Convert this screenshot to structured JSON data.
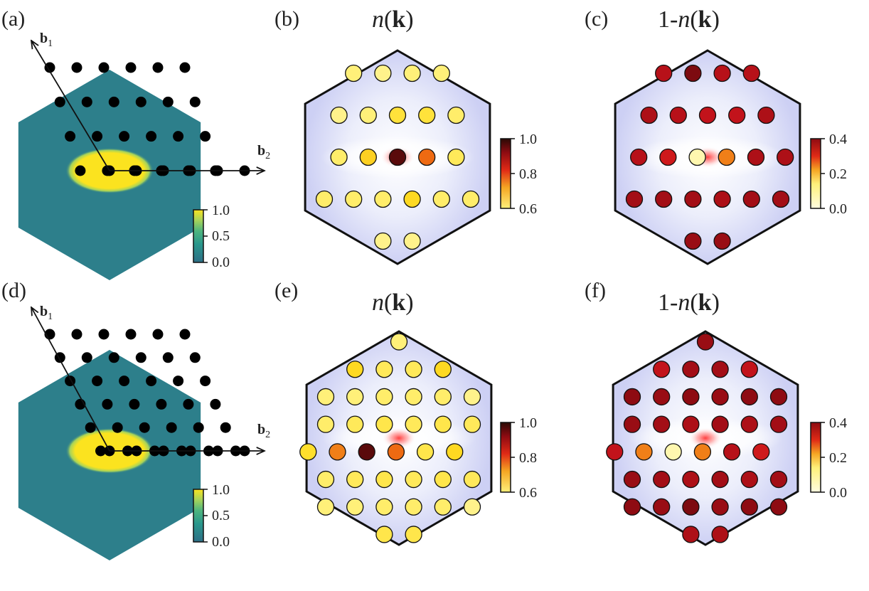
{
  "colors": {
    "teal": "#2d7f8b",
    "yellow": "#fbe31f",
    "hexfill": "#cfd2f5",
    "hexcenter": "#ffffff",
    "outline": "#111111",
    "dot": "#000000"
  },
  "hot_colormap": [
    "#fffde0",
    "#fff07a",
    "#ffdd22",
    "#f5a623",
    "#ee6a12",
    "#e02a16",
    "#c8141c",
    "#8e0b12",
    "#2a0a04"
  ],
  "viridis_colormap": [
    "#2d6f86",
    "#2d7f8b",
    "#2a978c",
    "#4fb57e",
    "#a6d35a",
    "#fbe31f"
  ],
  "panels": [
    {
      "label": "(a)",
      "title": "",
      "vector1": "b",
      "vector1_sub": "1",
      "vector2": "b",
      "vector2_sub": "2"
    },
    {
      "label": "(b)",
      "title_main": "n",
      "title_bold": "k"
    },
    {
      "label": "(c)",
      "title_prefix": "1-",
      "title_main": "n",
      "title_bold": "k"
    },
    {
      "label": "(d)",
      "title": "",
      "vector1": "b",
      "vector1_sub": "1",
      "vector2": "b",
      "vector2_sub": "2"
    },
    {
      "label": "(e)",
      "title_main": "n",
      "title_bold": "k"
    },
    {
      "label": "(f)",
      "title_prefix": "1-",
      "title_main": "n",
      "title_bold": "k"
    }
  ],
  "chart_data": [
    {
      "type": "heatmap",
      "panel": "(a)",
      "colorbar": {
        "ticks": [
          "1.0",
          "0.5",
          "0.0"
        ],
        "range": [
          0.0,
          1.0
        ]
      },
      "lattice_rows": [
        [
          0,
          1,
          2,
          3,
          4,
          5
        ],
        [
          0,
          1,
          2,
          3,
          4,
          5
        ],
        [
          0,
          1,
          2,
          3,
          4,
          5
        ],
        [
          0,
          1,
          2,
          3,
          4,
          5
        ]
      ]
    },
    {
      "type": "scatter",
      "panel": "(b)",
      "quantity": "n(k)",
      "colorbar": {
        "ticks": [
          "1.0",
          "0.8",
          "0.6"
        ],
        "range": [
          0.6,
          1.0
        ]
      },
      "rows": [
        [
          0.63,
          0.62,
          0.63,
          0.63
        ],
        [
          0.62,
          0.63,
          0.67,
          0.67,
          0.64
        ],
        [
          0.64,
          0.7,
          1.0,
          0.8,
          0.65
        ],
        [
          0.64,
          0.64,
          0.64,
          0.69,
          0.64,
          0.64
        ],
        [
          0.62,
          0.62
        ]
      ]
    },
    {
      "type": "scatter",
      "panel": "(c)",
      "quantity": "1-n(k)",
      "colorbar": {
        "ticks": [
          "0.4",
          "0.2",
          "0.0"
        ],
        "range": [
          0.0,
          0.4
        ]
      },
      "rows": [
        [
          0.33,
          0.38,
          0.33,
          0.33
        ],
        [
          0.34,
          0.33,
          0.32,
          0.32,
          0.34
        ],
        [
          0.33,
          0.3,
          0.0,
          0.18,
          0.34,
          0.34
        ],
        [
          0.35,
          0.35,
          0.35,
          0.34,
          0.35,
          0.35
        ],
        [
          0.36,
          0.36
        ]
      ]
    },
    {
      "type": "heatmap",
      "panel": "(d)",
      "colorbar": {
        "ticks": [
          "1.0",
          "0.5",
          "0.0"
        ],
        "range": [
          0.0,
          1.0
        ]
      },
      "lattice_rows": [
        [
          0,
          1,
          2,
          3,
          4,
          5
        ],
        [
          0,
          1,
          2,
          3,
          4,
          5
        ],
        [
          0,
          1,
          2,
          3,
          4,
          5
        ],
        [
          0,
          1,
          2,
          3,
          4,
          5
        ],
        [
          0,
          1,
          2,
          3,
          4,
          5
        ],
        [
          0,
          1,
          2,
          3,
          4,
          5
        ]
      ]
    },
    {
      "type": "scatter",
      "panel": "(e)",
      "quantity": "n(k)",
      "colorbar": {
        "ticks": [
          "1.0",
          "0.8",
          "0.6"
        ],
        "range": [
          0.6,
          1.0
        ]
      },
      "rows": [
        [
          0.63
        ],
        [
          0.69,
          0.65,
          0.65,
          0.69
        ],
        [
          0.63,
          0.63,
          0.64,
          0.64,
          0.64,
          0.62
        ],
        [
          0.64,
          0.65,
          0.66,
          0.65,
          0.66,
          0.65
        ],
        [
          0.68,
          0.78,
          1.0,
          0.8,
          0.66,
          0.69
        ],
        [
          0.64,
          0.65,
          0.66,
          0.65,
          0.66,
          0.65
        ],
        [
          0.63,
          0.63,
          0.64,
          0.64,
          0.64,
          0.62
        ],
        [
          0.66,
          0.66
        ]
      ]
    },
    {
      "type": "scatter",
      "panel": "(f)",
      "quantity": "1-n(k)",
      "colorbar": {
        "ticks": [
          "0.4",
          "0.2",
          "0.0"
        ],
        "range": [
          0.0,
          0.4
        ]
      },
      "rows": [
        [
          0.36
        ],
        [
          0.32,
          0.35,
          0.35,
          0.32
        ],
        [
          0.37,
          0.36,
          0.37,
          0.36,
          0.37,
          0.37
        ],
        [
          0.36,
          0.35,
          0.34,
          0.35,
          0.34,
          0.35
        ],
        [
          0.32,
          0.18,
          0.0,
          0.18,
          0.33,
          0.3
        ],
        [
          0.36,
          0.35,
          0.34,
          0.35,
          0.34,
          0.35
        ],
        [
          0.37,
          0.36,
          0.38,
          0.36,
          0.37,
          0.37
        ],
        [
          0.34,
          0.34
        ]
      ]
    }
  ]
}
